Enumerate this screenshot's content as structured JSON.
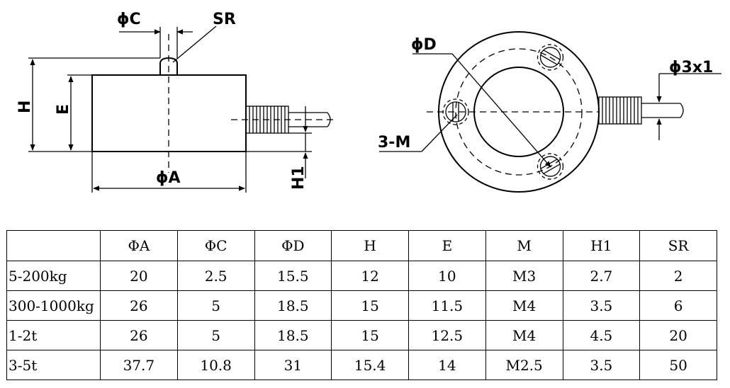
{
  "drawing": {
    "side_view": {
      "labels": {
        "phi_c": "ϕC",
        "sr": "SR",
        "h": "H",
        "e": "E",
        "phi_a": "ϕA",
        "h1": "H1"
      }
    },
    "top_view": {
      "labels": {
        "phi_d": "ϕD",
        "m": "3-M",
        "cable": "ϕ3x1"
      }
    }
  },
  "table": {
    "headers": [
      "",
      "ΦA",
      "ΦC",
      "ΦD",
      "H",
      "E",
      "M",
      "H1",
      "SR"
    ],
    "rows": [
      [
        "5-200kg",
        "20",
        "2.5",
        "15.5",
        "12",
        "10",
        "M3",
        "2.7",
        "2"
      ],
      [
        "300-1000kg",
        "26",
        "5",
        "18.5",
        "15",
        "11.5",
        "M4",
        "3.5",
        "6"
      ],
      [
        "1-2t",
        "26",
        "5",
        "18.5",
        "15",
        "12.5",
        "M4",
        "4.5",
        "20"
      ],
      [
        "3-5t",
        "37.7",
        "10.8",
        "31",
        "15.4",
        "14",
        "M2.5",
        "3.5",
        "50"
      ]
    ]
  }
}
